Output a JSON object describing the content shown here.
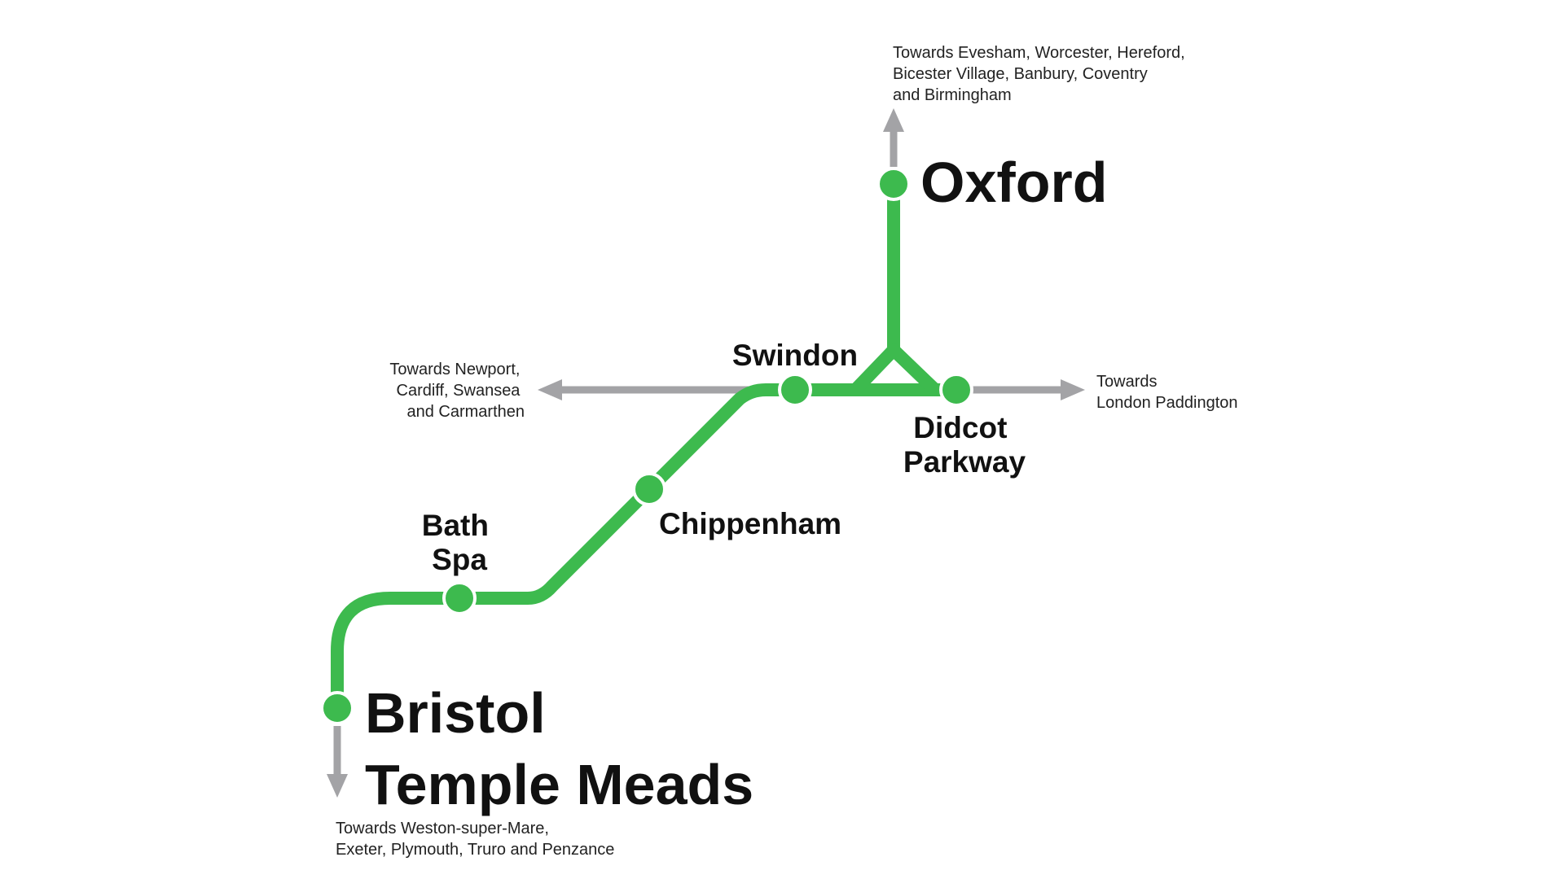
{
  "colors": {
    "line": "#3dba4e",
    "arrow": "#a3a3a6",
    "text": "#111111"
  },
  "stations": {
    "oxford": "Oxford",
    "swindon": "Swindon",
    "didcot_parkway": [
      "Didcot",
      "Parkway"
    ],
    "chippenham": "Chippenham",
    "bath_spa": [
      "Bath",
      "Spa"
    ],
    "bristol_temple_meads": [
      "Bristol",
      "Temple Meads"
    ]
  },
  "destinations": {
    "north": [
      "Towards Evesham, Worcester, Hereford,",
      "Bicester Village, Banbury, Coventry",
      "and Birmingham"
    ],
    "west": [
      "Towards Newport,",
      "Cardiff, Swansea",
      "and Carmarthen"
    ],
    "east": [
      "Towards",
      "London Paddington"
    ],
    "south": [
      "Towards Weston-super-Mare,",
      "Exeter, Plymouth, Truro and Penzance"
    ]
  }
}
